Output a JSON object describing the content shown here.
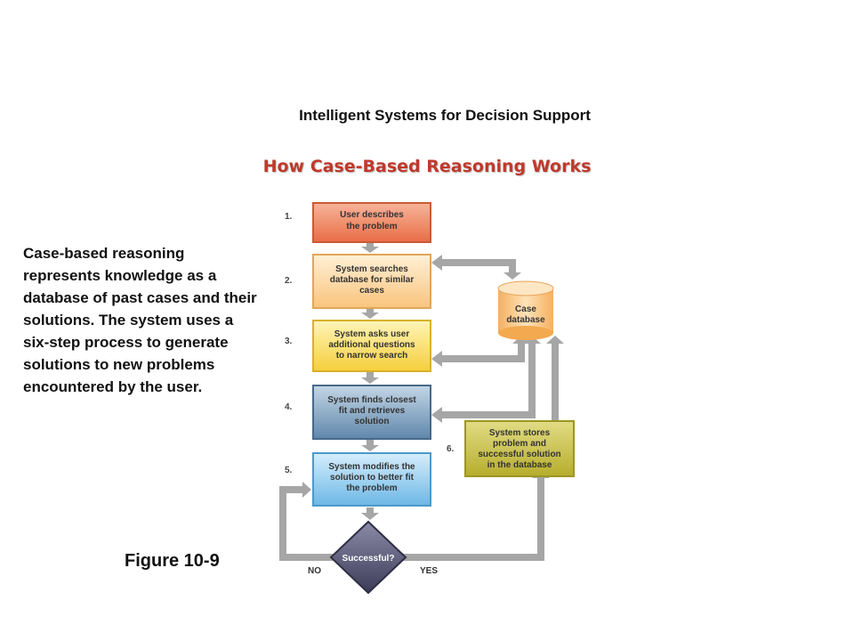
{
  "header": "Intelligent Systems for Decision Support",
  "title": "How Case-Based Reasoning Works",
  "description": "Case-based reasoning represents knowledge as a database of past cases and their solutions. The system uses a six-step process to generate solutions to new problems encountered by the user.",
  "figure_label": "Figure 10-9",
  "steps": [
    {
      "num": "1.",
      "lines": [
        "User describes",
        "the problem"
      ]
    },
    {
      "num": "2.",
      "lines": [
        "System searches",
        "database for similar",
        "cases"
      ]
    },
    {
      "num": "3.",
      "lines": [
        "System asks user",
        "additional questions",
        "to narrow search"
      ]
    },
    {
      "num": "4.",
      "lines": [
        "System finds closest",
        "fit and retrieves",
        "solution"
      ]
    },
    {
      "num": "5.",
      "lines": [
        "System modifies the",
        "solution to better fit",
        "the problem"
      ]
    },
    {
      "num": "6.",
      "lines": [
        "System stores",
        "problem and",
        "successful solution",
        "in the database"
      ]
    }
  ],
  "database_lines": [
    "Case",
    "database"
  ],
  "decision": "Successful?",
  "no_label": "NO",
  "yes_label": "YES",
  "colors": {
    "title": "#c0392b",
    "step1": "#ef8a66",
    "step2": "#fdd8a3",
    "step3": "#fbe07a",
    "step4": "#8fb0cc",
    "step5": "#9fd2f2",
    "step6": "#cfc95a",
    "database": "#fbc98b",
    "decision": "#5a5a7a",
    "arrows": "#a8a8a8"
  }
}
